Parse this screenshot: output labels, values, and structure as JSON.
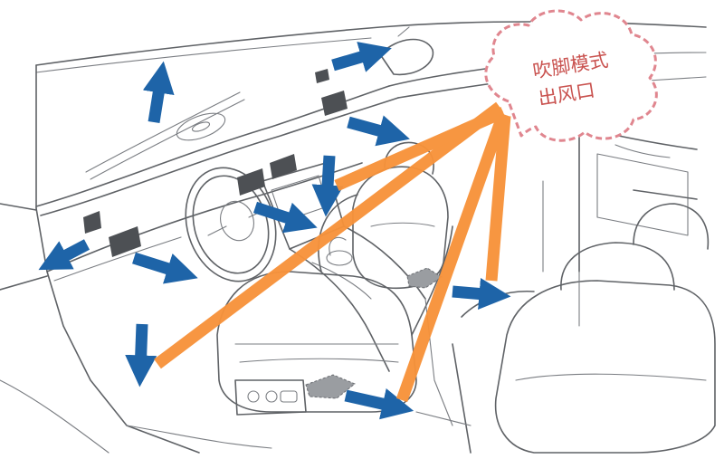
{
  "callout": {
    "line1": "吹脚模式",
    "line2": "出风口"
  },
  "colors": {
    "flow_arrow": "#f7923a",
    "vent_arrow": "#1e64a8",
    "callout_border": "#e0868f",
    "callout_text": "#c9524f",
    "line_art": "#5f6266"
  },
  "flow_lines": [
    {
      "name": "flow-line-driver-footwell"
    },
    {
      "name": "flow-line-rear-footwell"
    },
    {
      "name": "flow-line-center-console"
    },
    {
      "name": "flow-line-passenger-side"
    }
  ],
  "vent_arrows": [
    {
      "name": "vent-arrow-windshield-up"
    },
    {
      "name": "vent-arrow-side-window"
    },
    {
      "name": "vent-arrow-passenger-outer"
    },
    {
      "name": "vent-arrow-passenger-down"
    },
    {
      "name": "vent-arrow-left-outer"
    },
    {
      "name": "vent-arrow-left-center"
    },
    {
      "name": "vent-arrow-center-console"
    },
    {
      "name": "vent-arrow-driver-foot"
    },
    {
      "name": "vent-arrow-rear-seat"
    },
    {
      "name": "vent-arrow-floor-rear"
    }
  ]
}
